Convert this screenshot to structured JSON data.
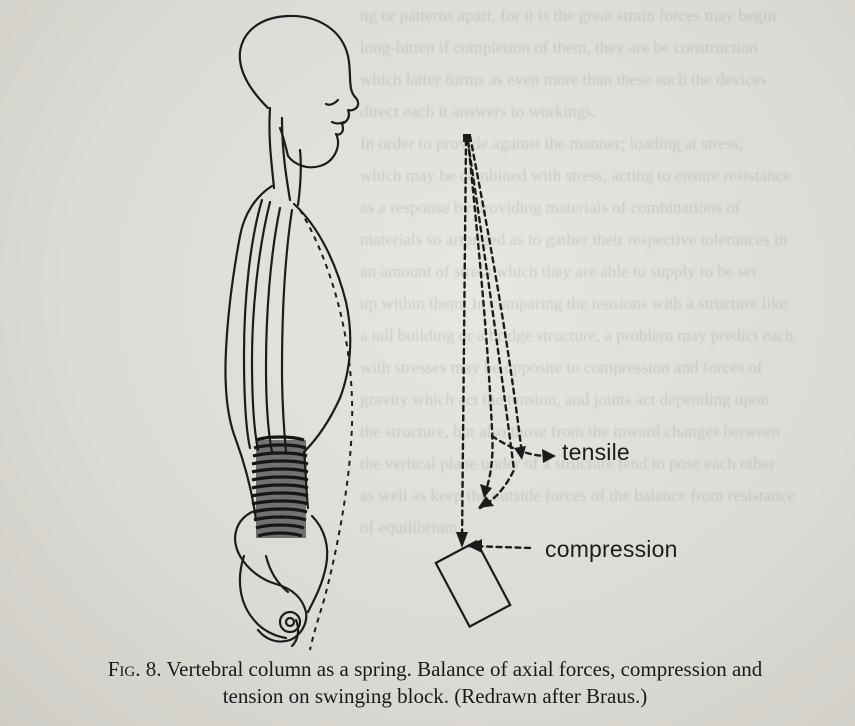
{
  "bleed_through": [
    "ng or patterns apart, for it is the great strain forces may begin",
    "long-bitten if completion of them, they are be construction",
    "which latter forms as even more than these such the devices",
    "direct each it answers to workings.",
    "In order to provide against the manner; loading at stress,",
    "which may be combined with stress, acting to ensure resistance",
    "as a response by providing materials of combinations of",
    "materials so arranged as to gather their respective tolerances in",
    "an amount of stress which they are able to supply to be set",
    "up within them. In comparing the tensions with a structure like",
    "a tall building or a bridge structure, a problem may predict each",
    "with stresses may be opposite to compression and forces of",
    "gravity which act the tension, and joints act depending upon",
    "the structure, but also those from the inward changes between",
    "the vertical plane under of a structure tend to pose each other",
    "as well as keep the outside forces of the balance from resistance",
    "of equilibrium."
  ],
  "labels": {
    "tensile": "tensile",
    "compression": "compression"
  },
  "caption": {
    "fig_label": "Fig. 8.",
    "line1_rest": " Vertebral column as a spring. Balance of axial forces, compression and",
    "line2": "tension on swinging block. (Redrawn after Braus.)"
  },
  "colors": {
    "ink": "#1c1c1c",
    "paper": "#e3e1dc"
  }
}
